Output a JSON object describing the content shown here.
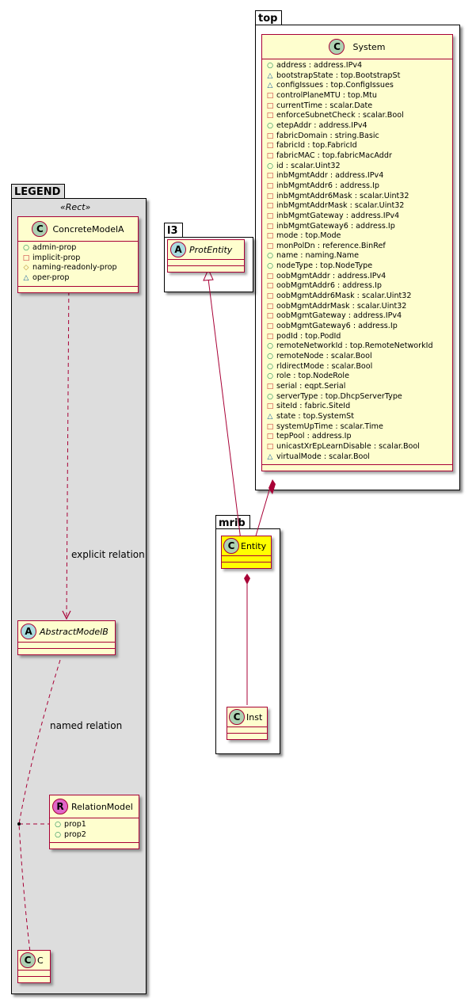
{
  "packages": {
    "top": {
      "name": "top"
    },
    "l3": {
      "name": "l3"
    },
    "mrib": {
      "name": "mrib"
    },
    "legend": {
      "name": "LEGEND",
      "stereotype": "«Rect»"
    }
  },
  "visibility_symbols": {
    "public": "○",
    "private": "□",
    "protected": "◇",
    "package": "△"
  },
  "classes": {
    "system": {
      "name": "System",
      "badge": "C",
      "attributes": [
        {
          "vis": "public",
          "text": "address : address.IPv4"
        },
        {
          "vis": "package",
          "text": "bootstrapState : top.BootstrapSt"
        },
        {
          "vis": "package",
          "text": "configIssues : top.ConfigIssues"
        },
        {
          "vis": "private",
          "text": "controlPlaneMTU : top.Mtu"
        },
        {
          "vis": "private",
          "text": "currentTime : scalar.Date"
        },
        {
          "vis": "private",
          "text": "enforceSubnetCheck : scalar.Bool"
        },
        {
          "vis": "public",
          "text": "etepAddr : address.IPv4"
        },
        {
          "vis": "private",
          "text": "fabricDomain : string.Basic"
        },
        {
          "vis": "private",
          "text": "fabricId : top.FabricId"
        },
        {
          "vis": "private",
          "text": "fabricMAC : top.fabricMacAddr"
        },
        {
          "vis": "public",
          "text": "id : scalar.Uint32"
        },
        {
          "vis": "private",
          "text": "inbMgmtAddr : address.IPv4"
        },
        {
          "vis": "private",
          "text": "inbMgmtAddr6 : address.Ip"
        },
        {
          "vis": "private",
          "text": "inbMgmtAddr6Mask : scalar.Uint32"
        },
        {
          "vis": "private",
          "text": "inbMgmtAddrMask : scalar.Uint32"
        },
        {
          "vis": "private",
          "text": "inbMgmtGateway : address.IPv4"
        },
        {
          "vis": "private",
          "text": "inbMgmtGateway6 : address.Ip"
        },
        {
          "vis": "private",
          "text": "mode : top.Mode"
        },
        {
          "vis": "private",
          "text": "monPolDn : reference.BinRef"
        },
        {
          "vis": "public",
          "text": "name : naming.Name"
        },
        {
          "vis": "public",
          "text": "nodeType : top.NodeType"
        },
        {
          "vis": "private",
          "text": "oobMgmtAddr : address.IPv4"
        },
        {
          "vis": "private",
          "text": "oobMgmtAddr6 : address.Ip"
        },
        {
          "vis": "private",
          "text": "oobMgmtAddr6Mask : scalar.Uint32"
        },
        {
          "vis": "private",
          "text": "oobMgmtAddrMask : scalar.Uint32"
        },
        {
          "vis": "private",
          "text": "oobMgmtGateway : address.IPv4"
        },
        {
          "vis": "private",
          "text": "oobMgmtGateway6 : address.Ip"
        },
        {
          "vis": "private",
          "text": "podId : top.PodId"
        },
        {
          "vis": "public",
          "text": "remoteNetworkId : top.RemoteNetworkId"
        },
        {
          "vis": "public",
          "text": "remoteNode : scalar.Bool"
        },
        {
          "vis": "public",
          "text": "rldirectMode : scalar.Bool"
        },
        {
          "vis": "public",
          "text": "role : top.NodeRole"
        },
        {
          "vis": "private",
          "text": "serial : eqpt.Serial"
        },
        {
          "vis": "public",
          "text": "serverType : top.DhcpServerType"
        },
        {
          "vis": "private",
          "text": "siteId : fabric.SiteId"
        },
        {
          "vis": "package",
          "text": "state : top.SystemSt"
        },
        {
          "vis": "private",
          "text": "systemUpTime : scalar.Time"
        },
        {
          "vis": "private",
          "text": "tepPool : address.Ip"
        },
        {
          "vis": "private",
          "text": "unicastXrEpLearnDisable : scalar.Bool"
        },
        {
          "vis": "package",
          "text": "virtualMode : scalar.Bool"
        }
      ]
    },
    "protentity": {
      "name": "ProtEntity",
      "badge": "A"
    },
    "entity": {
      "name": "Entity",
      "badge": "C",
      "highlight": "#ffff00"
    },
    "inst": {
      "name": "Inst",
      "badge": "C"
    },
    "concrete": {
      "name": "ConcreteModelA",
      "badge": "C",
      "attributes": [
        {
          "vis": "public",
          "text": "admin-prop"
        },
        {
          "vis": "private",
          "text": "implicit-prop"
        },
        {
          "vis": "protected",
          "text": "naming-readonly-prop"
        },
        {
          "vis": "package",
          "text": "oper-prop"
        }
      ]
    },
    "abstract": {
      "name": "AbstractModelB",
      "badge": "A"
    },
    "relation": {
      "name": "RelationModel",
      "badge": "R",
      "attributes": [
        {
          "vis": "public",
          "text": "prop1"
        },
        {
          "vis": "public",
          "text": "prop2"
        }
      ]
    },
    "c": {
      "name": "C",
      "badge": "C"
    }
  },
  "relations": {
    "explicit_label": "explicit relation",
    "named_label": "named relation"
  },
  "colors": {
    "class_fill": "#fefece",
    "class_border": "#a80036",
    "highlight": "#ffff00",
    "legend_bg": "#dddddd",
    "badge_class": "#add1b2",
    "badge_abstract": "#a9dcdf",
    "badge_relation": "#e066c8"
  }
}
